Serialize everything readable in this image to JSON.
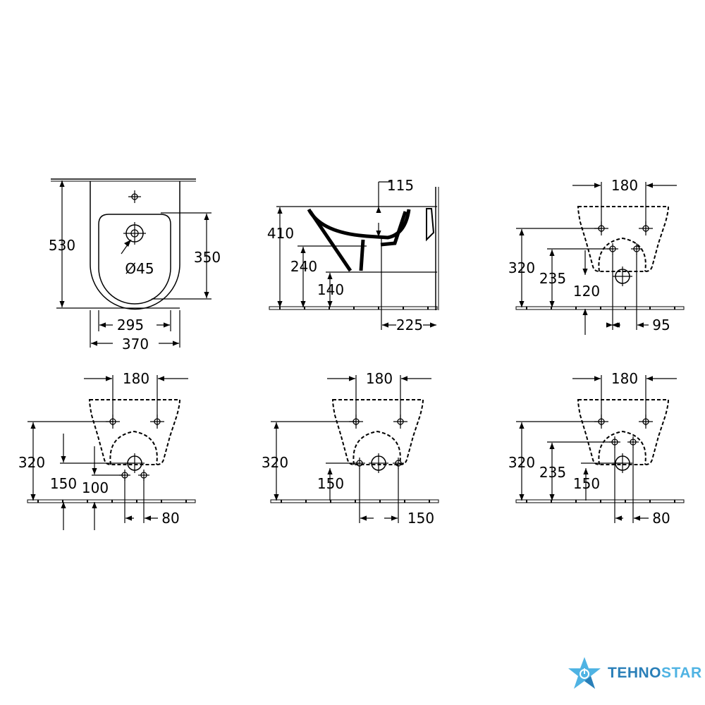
{
  "views": {
    "top": {
      "height_total": "530",
      "bowl_depth": "350",
      "drain_diameter": "Ø45",
      "inner_width": "295",
      "outer_width": "370"
    },
    "side": {
      "drain_offset": "115",
      "rim_height": "410",
      "outlet_height": "240",
      "base_height": "140",
      "projection": "225"
    },
    "rear_a": {
      "spacing": "180",
      "bolt_height": "320",
      "supply_height": "235",
      "drain_height": "120",
      "supply_spacing": "95"
    },
    "rear_b": {
      "spacing": "180",
      "bolt_height": "320",
      "drain_height": "150",
      "supply_height": "100",
      "supply_spacing": "80"
    },
    "rear_c": {
      "spacing": "180",
      "bolt_height": "320",
      "drain_height": "150",
      "supply_spacing": "150"
    },
    "rear_d": {
      "spacing": "180",
      "bolt_height": "320",
      "supply_height": "235",
      "drain_height": "150",
      "supply_spacing": "80"
    }
  },
  "logo": {
    "part1": "TEHNO",
    "part2": "STAR",
    "colors": {
      "dark": "#2a7fb8",
      "light": "#4fb3e3"
    }
  }
}
